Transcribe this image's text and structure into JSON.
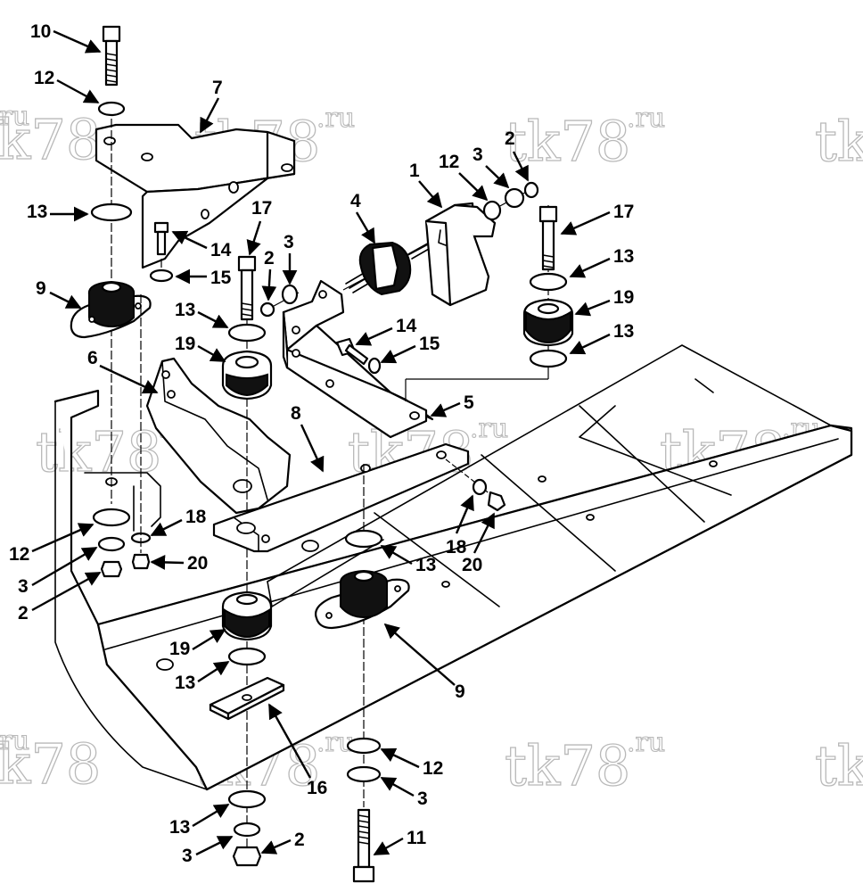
{
  "watermark": {
    "main": "tk78",
    "suffix": ".ru"
  },
  "callouts": {
    "c1": "1",
    "c2a": "2",
    "c2b": "2",
    "c2c": "2",
    "c2d": "2",
    "c3a": "3",
    "c3b": "3",
    "c3c": "3",
    "c3d": "3",
    "c3e": "3",
    "c4": "4",
    "c5": "5",
    "c6": "6",
    "c7": "7",
    "c8": "8",
    "c9a": "9",
    "c9b": "9",
    "c10": "10",
    "c11": "11",
    "c12a": "12",
    "c12b": "12",
    "c12c": "12",
    "c12d": "12",
    "c13a": "13",
    "c13b": "13",
    "c13c": "13",
    "c13d": "13",
    "c13e": "13",
    "c13f": "13",
    "c13g": "13",
    "c14a": "14",
    "c14b": "14",
    "c15a": "15",
    "c15b": "15",
    "c16": "16",
    "c17a": "17",
    "c17b": "17",
    "c18a": "18",
    "c18b": "18",
    "c19a": "19",
    "c19b": "19",
    "c19c": "19",
    "c20a": "20",
    "c20b": "20"
  }
}
